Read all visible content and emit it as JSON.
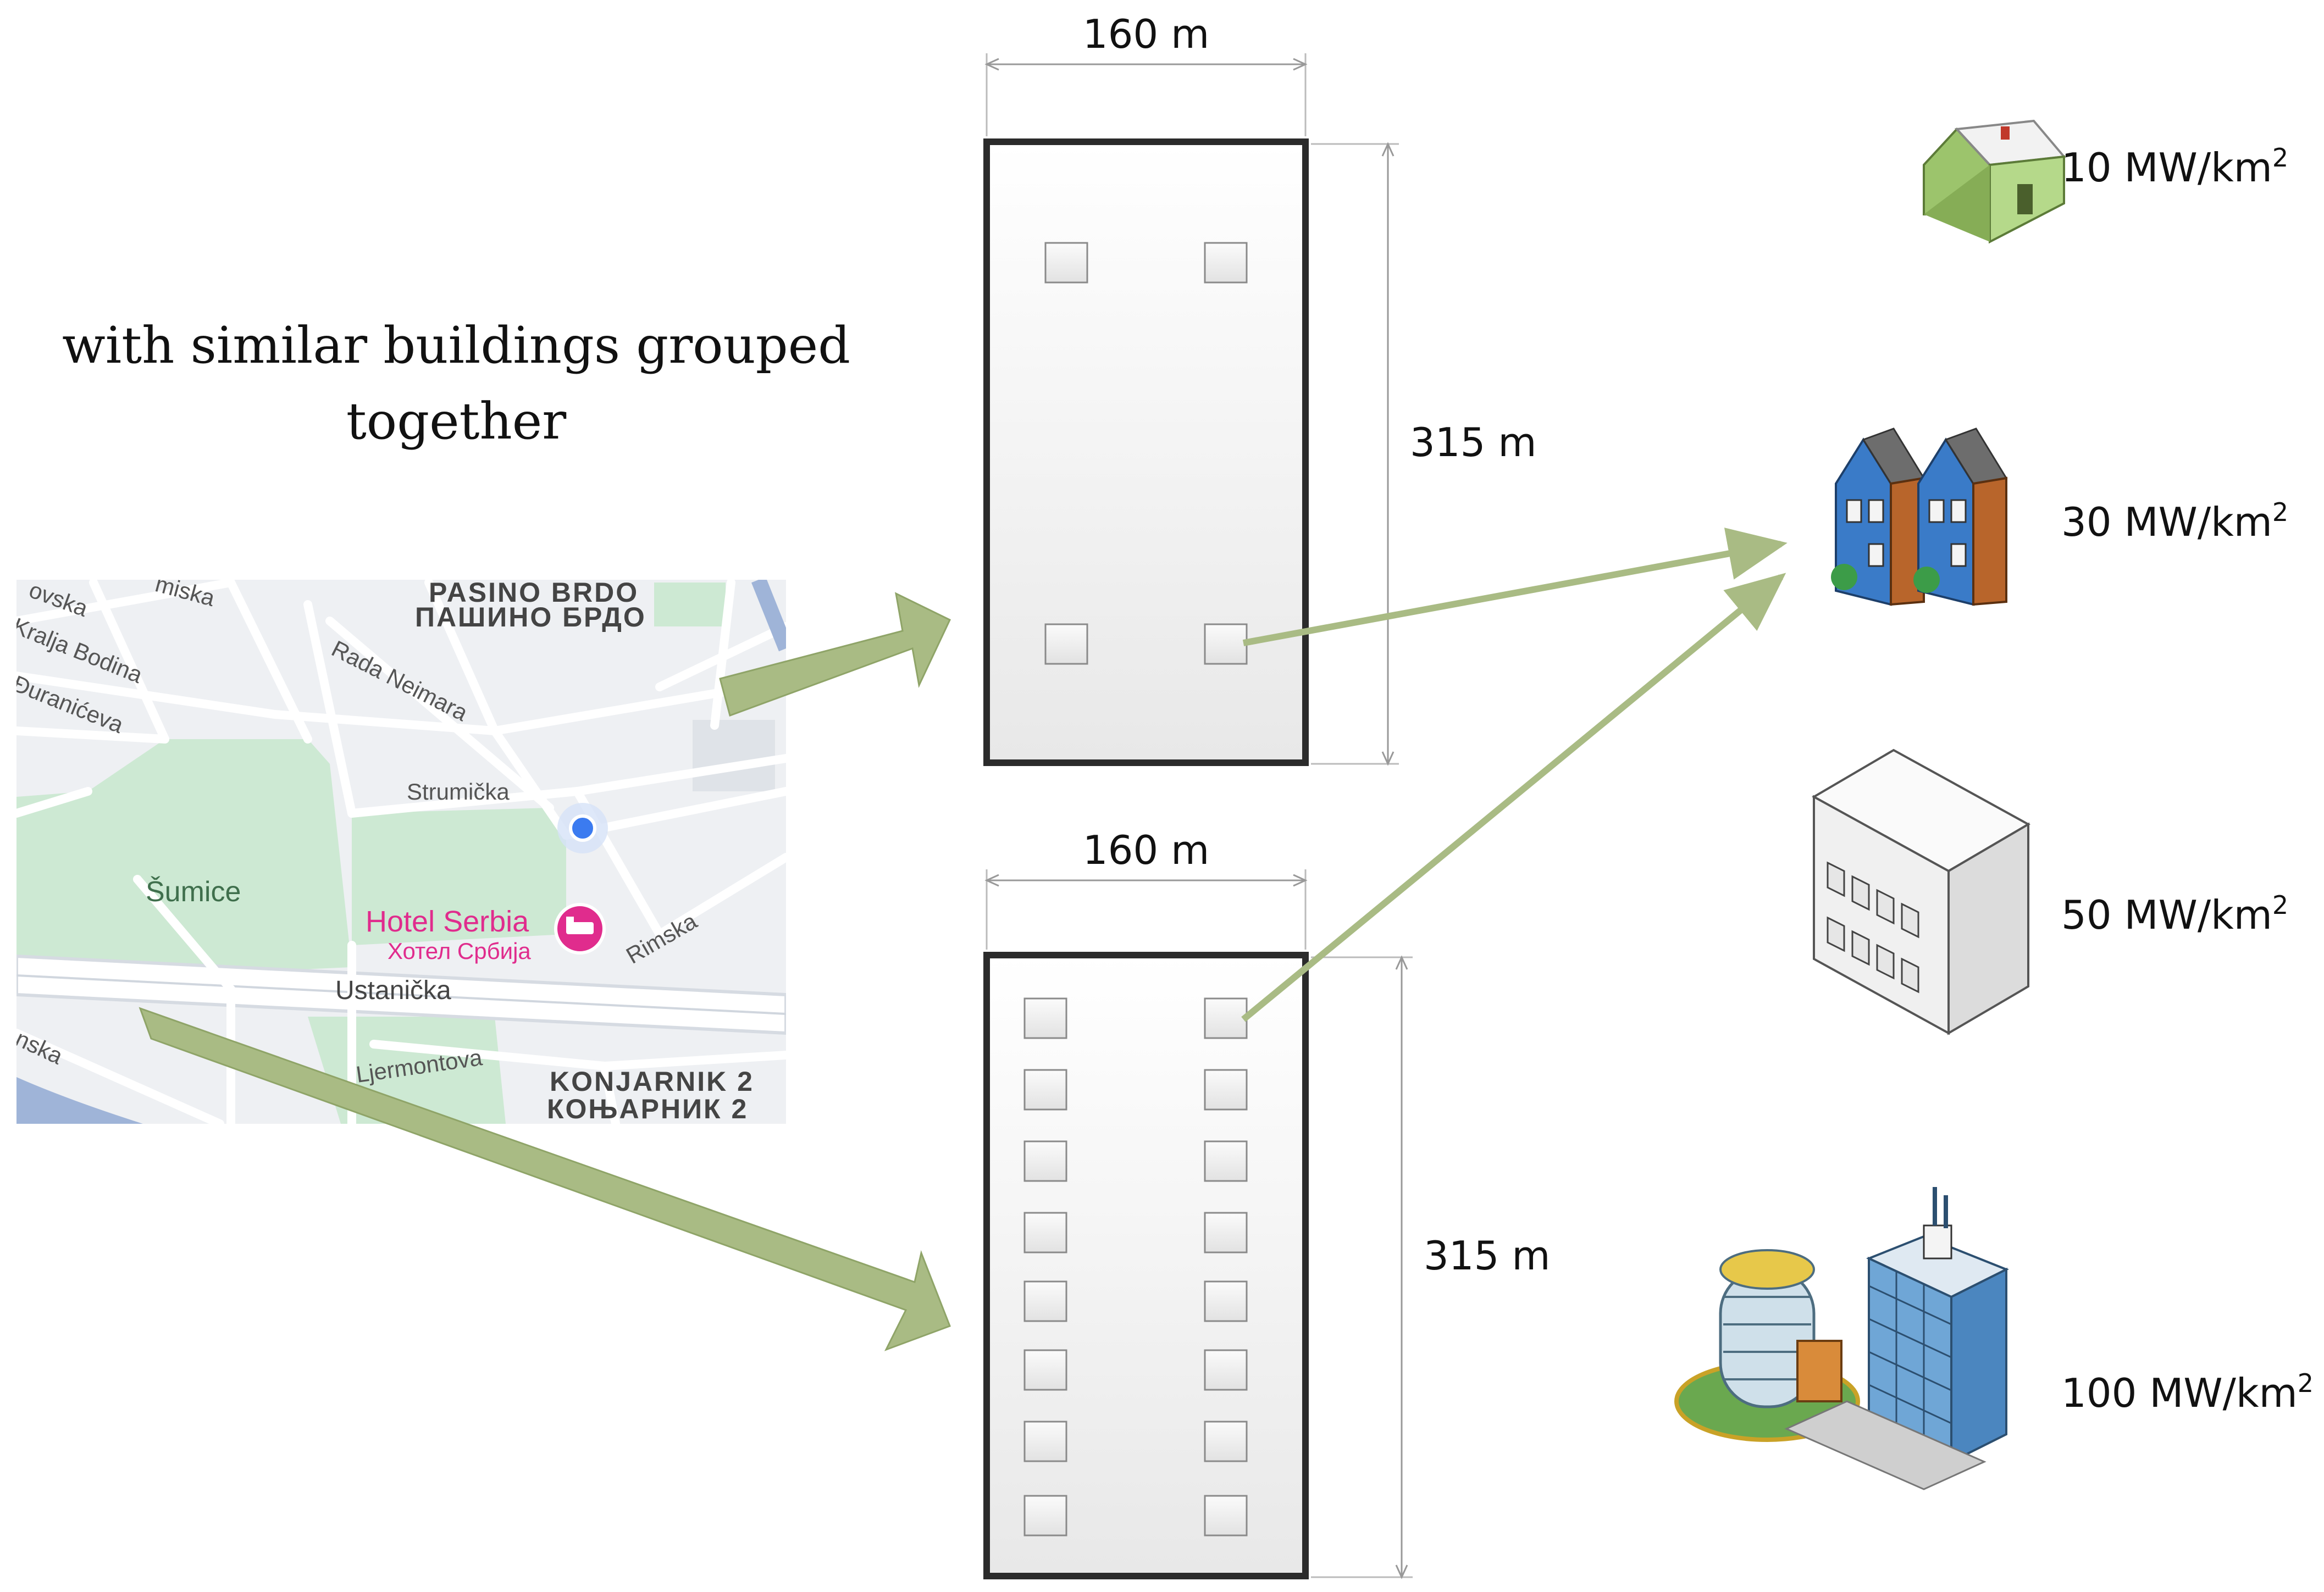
{
  "caption": "with similar buildings grouped together",
  "map": {
    "district_top_latin": "PASINO BRDO",
    "district_top_cyrillic": "ПАШИНО БРДО",
    "district_bottom_latin": "KONJARNIK 2",
    "district_bottom_cyrillic": "КОЊАРНИК 2",
    "streets": {
      "a": "ovska",
      "b": "miska",
      "c": "Kralja Bodina",
      "d": "Rada Neimara",
      "e": "Đuranićeva",
      "f": "Strumička",
      "g": "Šumice",
      "h": "Rimska",
      "i": "Ustanička",
      "j": "Ljermontova",
      "k": "nska"
    },
    "poi_latin": "Hotel Serbia",
    "poi_cyrillic": "Хотел Србија",
    "colors": {
      "park": "#cde9d3",
      "road": "#ffffff",
      "ground": "#eef0f3",
      "poi": "#e02c8d",
      "pin": "#3b7bf0"
    }
  },
  "blocks": {
    "top": {
      "width_label": "160 m",
      "height_label": "315 m",
      "buildings_per_column": 2
    },
    "bottom": {
      "width_label": "160 m",
      "height_label": "315 m",
      "buildings_per_column": 8
    }
  },
  "legend": [
    {
      "icon": "house-icon",
      "label": "10 MW/km",
      "sup": "2"
    },
    {
      "icon": "townhouses-icon",
      "label": "30 MW/km",
      "sup": "2"
    },
    {
      "icon": "apartment-building-icon",
      "label": "50 MW/km",
      "sup": "2"
    },
    {
      "icon": "office-towers-icon",
      "label": "100 MW/km",
      "sup": "2"
    }
  ],
  "colors": {
    "arrow": "#a9bb84",
    "arrow_edge": "#8fa468",
    "block_edge": "#2b2b2b"
  }
}
